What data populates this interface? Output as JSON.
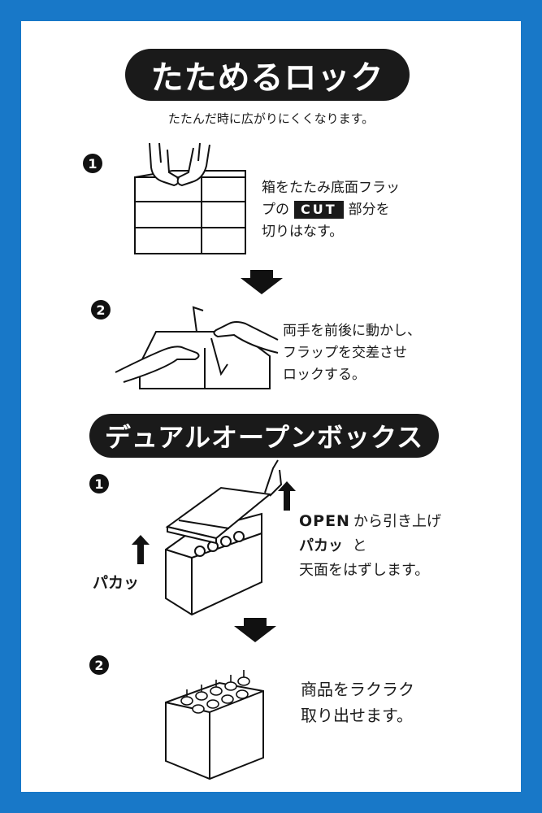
{
  "section1": {
    "title": "たためるロック",
    "subtitle": "たたんだ時に広がりにくくなります。",
    "step1": {
      "number": "1",
      "line1": "箱をたたみ底面フラッ",
      "line2_prefix": "プの",
      "badge": "CUT",
      "line2_suffix": "部分を",
      "line3": "切りはなす。"
    },
    "step2": {
      "number": "2",
      "line1": "両手を前後に動かし、",
      "line2": "フラップを交差させ",
      "line3": "ロックする。"
    }
  },
  "section2": {
    "title": "デュアルオープンボックス",
    "step1": {
      "number": "1",
      "open_word": "OPEN",
      "line1_suffix": "から引き上げ",
      "line2_bold": "パカッ",
      "line2_suffix": "と",
      "line3": "天面をはずします。",
      "side_label": "パカッ"
    },
    "step2": {
      "number": "2",
      "line1": "商品をラクラク",
      "line2": "取り出せます。"
    }
  },
  "colors": {
    "border": "#1878c8",
    "panel": "#ffffff",
    "ink": "#1a1a1a"
  }
}
